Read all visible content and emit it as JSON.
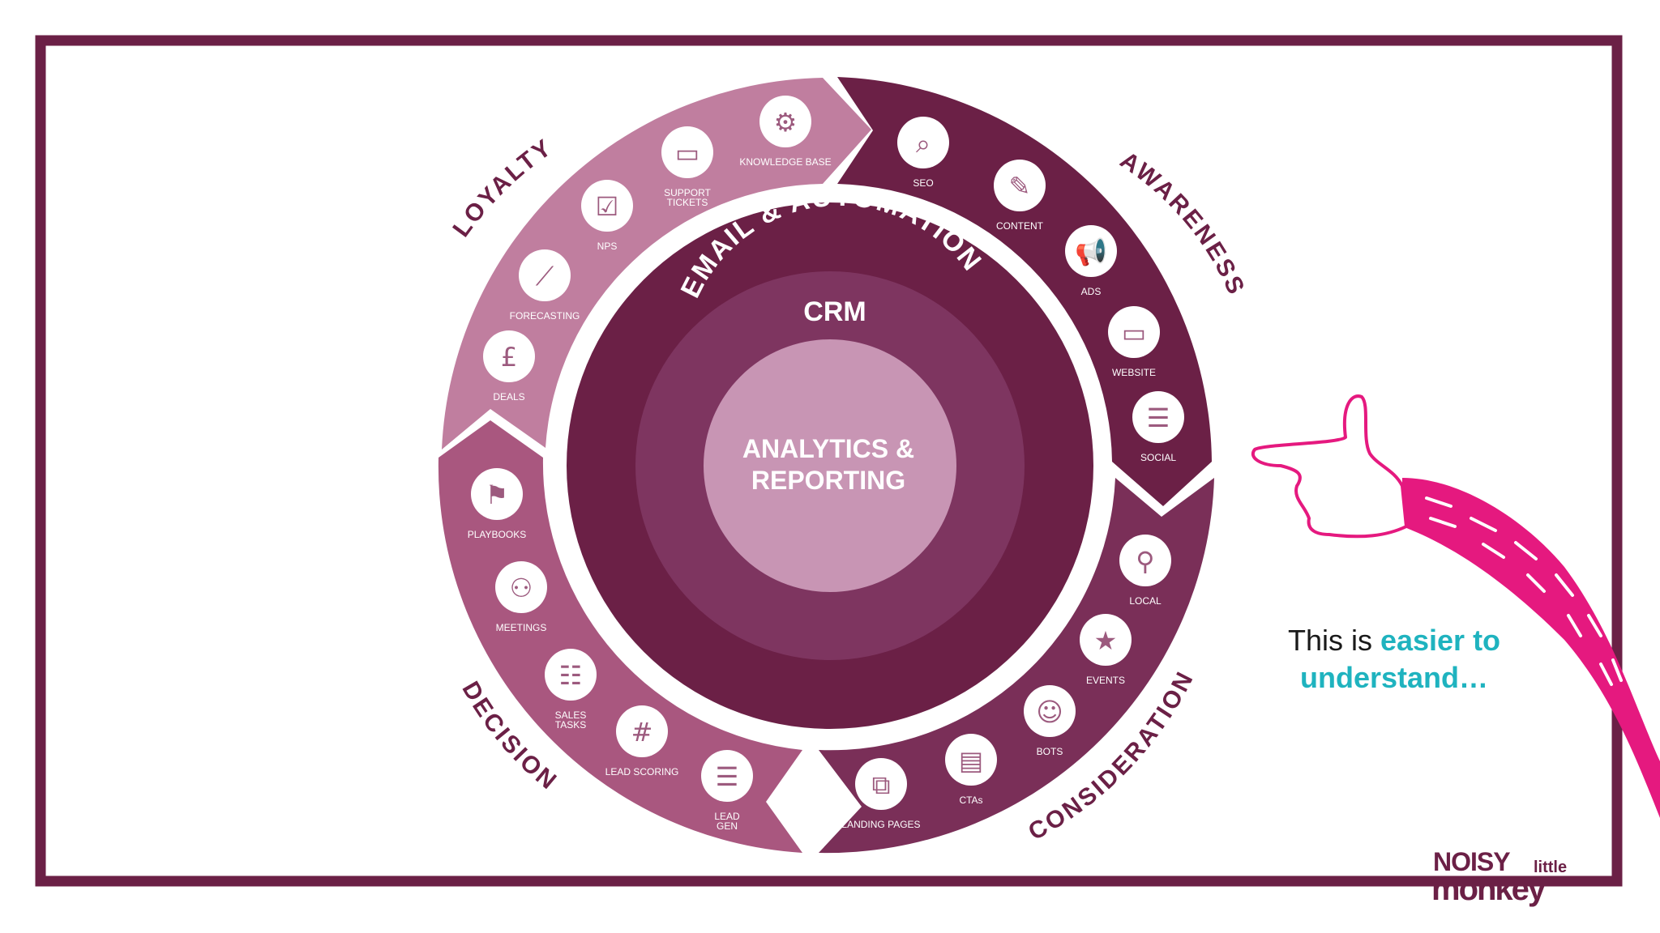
{
  "diagram": {
    "center": {
      "line1": "ANALYTICS &",
      "line2": "REPORTING"
    },
    "middle_ring": "CRM",
    "outer_ring": "EMAIL & AUTOMATION",
    "stages": [
      {
        "name": "AWARENESS",
        "color": "#6b2046"
      },
      {
        "name": "CONSIDERATION",
        "color": "#7a2f58"
      },
      {
        "name": "DECISION",
        "color": "#a9577f"
      },
      {
        "name": "LOYALTY",
        "color": "#c07e9f"
      }
    ],
    "items": [
      {
        "id": "seo",
        "label": [
          "SEO"
        ],
        "icon": "magnifier-icon",
        "stage": "awareness"
      },
      {
        "id": "content",
        "label": [
          "CONTENT"
        ],
        "icon": "pencil-icon",
        "stage": "awareness"
      },
      {
        "id": "ads",
        "label": [
          "ADS"
        ],
        "icon": "megaphone-icon",
        "stage": "awareness"
      },
      {
        "id": "website",
        "label": [
          "WEBSITE"
        ],
        "icon": "laptop-icon",
        "stage": "awareness"
      },
      {
        "id": "social",
        "label": [
          "SOCIAL"
        ],
        "icon": "chat-bubbles-icon",
        "stage": "awareness"
      },
      {
        "id": "local",
        "label": [
          "LOCAL"
        ],
        "icon": "map-pin-icon",
        "stage": "consideration"
      },
      {
        "id": "events",
        "label": [
          "EVENTS"
        ],
        "icon": "calendar-star-icon",
        "stage": "consideration"
      },
      {
        "id": "bots",
        "label": [
          "BOTS"
        ],
        "icon": "robot-icon",
        "stage": "consideration"
      },
      {
        "id": "ctas",
        "label": [
          "CTAs"
        ],
        "icon": "cta-buttons-icon",
        "stage": "consideration"
      },
      {
        "id": "landing",
        "label": [
          "LANDING PAGES"
        ],
        "icon": "landing-page-icon",
        "stage": "consideration"
      },
      {
        "id": "leadgen",
        "label": [
          "LEAD",
          "GEN"
        ],
        "icon": "document-icon",
        "stage": "decision"
      },
      {
        "id": "leadscoring",
        "label": [
          "LEAD SCORING"
        ],
        "icon": "hash-icon",
        "stage": "decision"
      },
      {
        "id": "salestasks",
        "label": [
          "SALES",
          "TASKS"
        ],
        "icon": "clipboard-icon",
        "stage": "decision"
      },
      {
        "id": "meetings",
        "label": [
          "MEETINGS"
        ],
        "icon": "people-icon",
        "stage": "decision"
      },
      {
        "id": "playbooks",
        "label": [
          "PLAYBOOKS"
        ],
        "icon": "playbook-icon",
        "stage": "decision"
      },
      {
        "id": "deals",
        "label": [
          "DEALS"
        ],
        "icon": "pound-icon",
        "stage": "loyalty"
      },
      {
        "id": "forecasting",
        "label": [
          "FORECASTING"
        ],
        "icon": "chart-icon",
        "stage": "loyalty"
      },
      {
        "id": "nps",
        "label": [
          "NPS"
        ],
        "icon": "checklist-icon",
        "stage": "loyalty"
      },
      {
        "id": "tickets",
        "label": [
          "SUPPORT",
          "TICKETS"
        ],
        "icon": "ticket-icon",
        "stage": "loyalty"
      },
      {
        "id": "kb",
        "label": [
          "KNOWLEDGE BASE"
        ],
        "icon": "head-gears-icon",
        "stage": "loyalty"
      }
    ]
  },
  "caption": {
    "prefix": "This is ",
    "highlight_line1": "easier to",
    "highlight_line2": "understand…"
  },
  "logo": {
    "line1": "NOISY",
    "line2": "little",
    "line3": "monkey"
  },
  "colors": {
    "frame": "#6b2046",
    "ring_dark": "#6b2046",
    "crm_ring": "#7e3560",
    "center": "#c895b4",
    "icon_bg": "#ffffff",
    "caption_highlight": "#1fb3bf",
    "arm": "#e5197f"
  }
}
